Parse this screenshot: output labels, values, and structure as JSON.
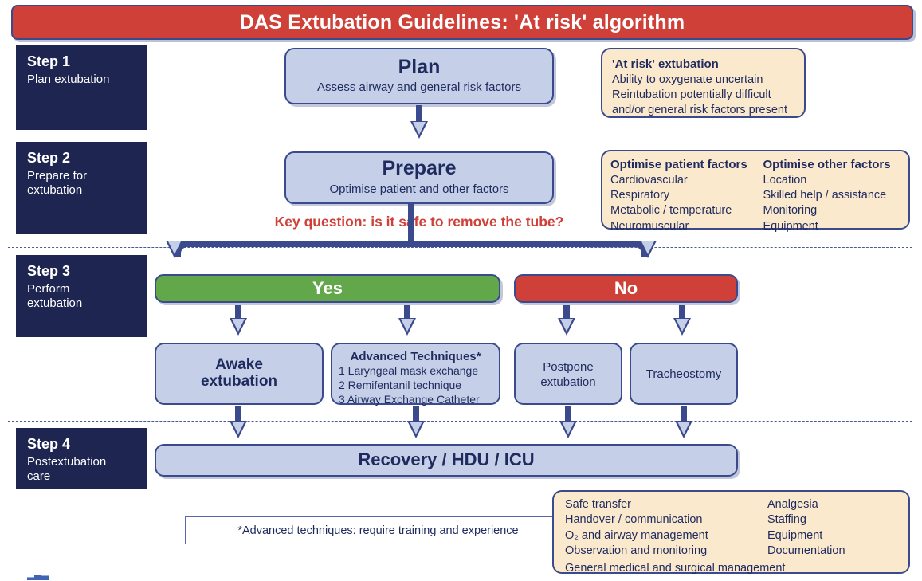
{
  "title": "DAS Extubation Guidelines: 'At risk' algorithm",
  "colors": {
    "title_bar": "#ce4038",
    "step_block": "#1d2550",
    "box_fill": "#c5d0e8",
    "box_border": "#3b4a8c",
    "yes_green": "#62a84a",
    "no_red": "#ce4038",
    "beige_fill": "#fbe9cd",
    "key_question_red": "#ce4038"
  },
  "steps": [
    {
      "id": "step1",
      "title": "Step 1",
      "subtitle": "Plan extubation"
    },
    {
      "id": "step2",
      "title": "Step 2",
      "subtitle": "Prepare for\nextubation"
    },
    {
      "id": "step3",
      "title": "Step 3",
      "subtitle": "Perform\nextubation"
    },
    {
      "id": "step4",
      "title": "Step 4",
      "subtitle": "Postextubation\ncare"
    }
  ],
  "plan_box": {
    "heading": "Plan",
    "subtext": "Assess airway and general risk factors"
  },
  "at_risk_panel": {
    "heading": "'At risk' extubation",
    "lines": [
      "Ability to oxygenate uncertain",
      "Reintubation potentially difficult",
      "and/or general risk factors present"
    ]
  },
  "prepare_box": {
    "heading": "Prepare",
    "subtext": "Optimise patient and other factors"
  },
  "key_question": "Key question: is it safe to remove the tube?",
  "optimise_panel": {
    "left": {
      "heading": "Optimise patient factors",
      "items": [
        "Cardiovascular",
        "Respiratory",
        "Metabolic / temperature",
        "Neuromuscular"
      ]
    },
    "right": {
      "heading": "Optimise other factors",
      "items": [
        "Location",
        "Skilled help / assistance",
        "Monitoring",
        "Equipment"
      ]
    }
  },
  "decision": {
    "yes_label": "Yes",
    "no_label": "No"
  },
  "awake_box": {
    "line1": "Awake",
    "line2": "extubation"
  },
  "advanced_box": {
    "heading": "Advanced Techniques*",
    "items": [
      "1 Laryngeal mask exchange",
      "2 Remifentanil technique",
      "3 Airway Exchange Catheter"
    ]
  },
  "postpone_box": {
    "line1": "Postpone",
    "line2": "extubation"
  },
  "tracheostomy_box": {
    "line1": "Tracheostomy"
  },
  "recovery_bar": {
    "label": "Recovery / HDU / ICU"
  },
  "postextubation_panel": {
    "left": [
      "Safe transfer",
      "Handover / communication",
      "O₂ and airway management",
      "Observation and monitoring"
    ],
    "right": [
      "Analgesia",
      "Staffing",
      "Equipment",
      "Documentation"
    ],
    "full_width": "General medical and surgical management"
  },
  "footnote": "*Advanced techniques: require training and experience"
}
